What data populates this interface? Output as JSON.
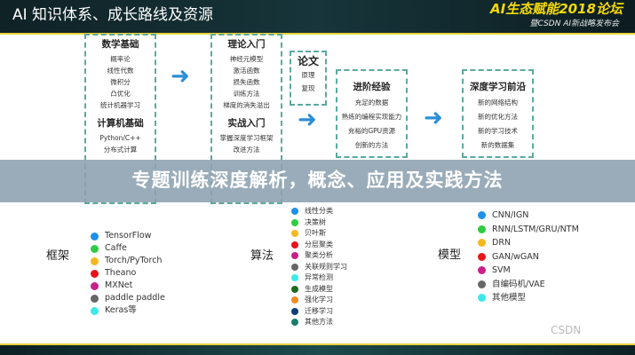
{
  "header": {
    "title": "AI 知识体系、成长路线及资源",
    "brand": "AI生态赋能2018论坛",
    "subbrand": "暨CSDN AI新战略发布会"
  },
  "roadmap": {
    "math": {
      "title": "数学基础",
      "items": [
        "概率论",
        "线性代数",
        "微积分",
        "凸优化",
        "统计机器学习"
      ]
    },
    "cs": {
      "title": "计算机基础",
      "items": [
        "Python/C++",
        "分布式计算"
      ]
    },
    "theory": {
      "title": "理论入门",
      "items": [
        "神经元模型",
        "激活函数",
        "损失函数",
        "训练方法",
        "梯度的消失溢出"
      ]
    },
    "practice": {
      "title": "实战入门",
      "items": [
        "掌握深度学习框架",
        "改进方法"
      ]
    },
    "paper": {
      "title": "论文",
      "items": [
        "原理",
        "复现"
      ]
    },
    "advanced": {
      "title": "进阶经验",
      "items": [
        "充足的数据",
        "熟练的编程实现能力",
        "充裕的GPU资源",
        "创新的方法"
      ]
    },
    "frontier": {
      "title": "深度学习前沿",
      "items": [
        "新的网络结构",
        "新的优化方法",
        "新的学习技术",
        "新的数据集"
      ]
    }
  },
  "banner": "专题训练深度解析，概念、应用及实践方法",
  "frameworks": {
    "label": "框架",
    "items": [
      {
        "name": "TensorFlow",
        "color": "#1e90e8"
      },
      {
        "name": "Caffe",
        "color": "#2ecc40"
      },
      {
        "name": "Torch/PyTorch",
        "color": "#f5b820"
      },
      {
        "name": "Theano",
        "color": "#e8141c"
      },
      {
        "name": "MXNet",
        "color": "#c8208a"
      },
      {
        "name": "paddle paddle",
        "color": "#666666"
      },
      {
        "name": "Keras等",
        "color": "#3ee8e8"
      }
    ]
  },
  "algorithms": {
    "label": "算法",
    "items": [
      {
        "name": "线性分类",
        "color": "#1e90e8"
      },
      {
        "name": "决策树",
        "color": "#2ecc40"
      },
      {
        "name": "贝叶斯",
        "color": "#f5b820"
      },
      {
        "name": "分层聚类",
        "color": "#e8141c"
      },
      {
        "name": "聚类分析",
        "color": "#c8208a"
      },
      {
        "name": "关联规则学习",
        "color": "#666666"
      },
      {
        "name": "异常检测",
        "color": "#3ee8e8"
      },
      {
        "name": "生成模型",
        "color": "#1a6e1a"
      },
      {
        "name": "强化学习",
        "color": "#ee8e20"
      },
      {
        "name": "迁移学习",
        "color": "#0e3e78"
      },
      {
        "name": "其他方法",
        "color": "#1a7e6e"
      }
    ]
  },
  "models": {
    "label": "模型",
    "items": [
      {
        "name": "CNN/IGN",
        "color": "#1e90e8"
      },
      {
        "name": "RNN/LSTM/GRU/NTM",
        "color": "#2ecc40"
      },
      {
        "name": "DRN",
        "color": "#f5b820"
      },
      {
        "name": "GAN/wGAN",
        "color": "#e8141c"
      },
      {
        "name": "SVM",
        "color": "#c8208a"
      },
      {
        "name": "自编码机/VAE",
        "color": "#666666"
      },
      {
        "name": "其他模型",
        "color": "#3ee8e8"
      }
    ]
  },
  "watermark": "CSDN"
}
